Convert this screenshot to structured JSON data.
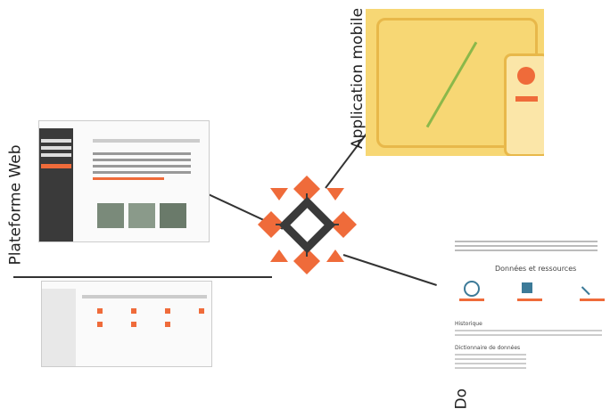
{
  "labels": {
    "web": "Plateforme Web",
    "mobile": "Application mobile",
    "open_data": "Données ouvertes"
  },
  "open_data_page": {
    "section_title": "Données et ressources",
    "history_title": "Historique",
    "dataset_title": "Dictionnaire de données"
  },
  "colors": {
    "accent": "#ef6b3a",
    "sidebar": "#3a3a3a",
    "mobile_bg": "#f7d774"
  }
}
